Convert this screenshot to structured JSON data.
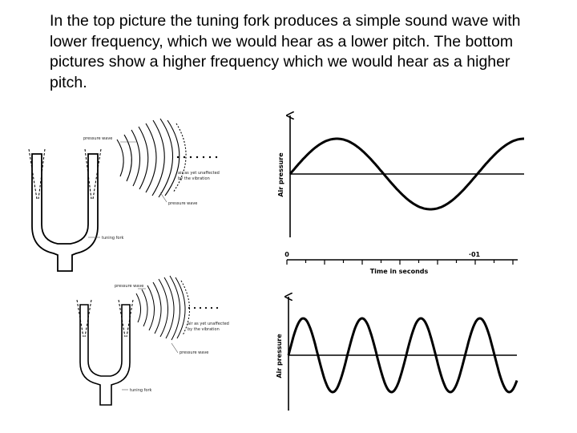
{
  "caption": "In the top picture the tuning fork produces a simple sound wave with lower frequency, which we would hear as a lower pitch. The bottom pictures show a higher frequency which we would hear as a higher pitch.",
  "top_diagram": {
    "label_pressure_wave_1": "pressure wave",
    "label_air_unaffected_1": "air as yet unaffected",
    "label_air_unaffected_2": "by the vibration",
    "label_pressure_wave_2": "pressure wave",
    "label_tuning_fork": "tuning fork"
  },
  "bottom_diagram": {
    "label_pressure_wave_1": "pressure wave",
    "label_air_unaffected_1": "air as yet unaffected",
    "label_air_unaffected_2": "by the vibration",
    "label_pressure_wave_2": "pressure wave",
    "label_tuning_fork": "tuning fork"
  },
  "chart_data": [
    {
      "type": "line",
      "ylabel": "Air pressure",
      "xlabel": "Time in seconds",
      "x_tick_labels": [
        "0",
        "·01"
      ],
      "cycles": 1,
      "description_values": {
        "waveform": "sine",
        "start_phase": "zero crossing rising"
      }
    },
    {
      "type": "line",
      "ylabel": "Air pressure",
      "xlabel": "",
      "cycles": 4,
      "description_values": {
        "waveform": "sine",
        "start_phase": "zero crossing rising"
      }
    }
  ]
}
